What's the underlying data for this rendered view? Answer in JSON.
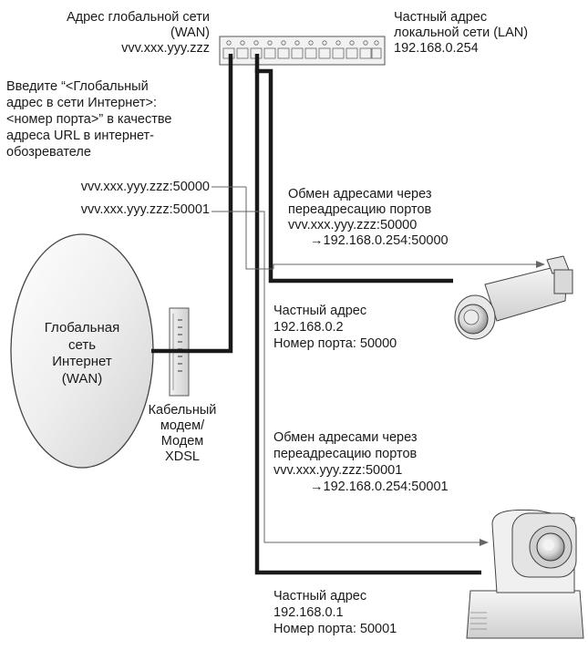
{
  "wan_address": {
    "title_lines": [
      "Адрес глобальной сети",
      "(WAN)"
    ],
    "address": "vvv.xxx.yyy.zzz"
  },
  "lan_address": {
    "title_lines": [
      "Частный адрес",
      "локальной сети (LAN)"
    ],
    "address": "192.168.0.254"
  },
  "instruction": {
    "lines": [
      "Введите “<Глобальный",
      "адрес в сети Интернет>:",
      "<номер порта>” в качестве",
      "адреса URL в интернет-",
      "обозревателе"
    ]
  },
  "urls": [
    "vvv.xxx.yyy.zzz:50000",
    "vvv.xxx.yyy.zzz:50001"
  ],
  "forward_1": {
    "lines": [
      "Обмен адресами через",
      "переадресацию портов",
      "vvv.xxx.yyy.zzz:50000",
      "→192.168.0.254:50000"
    ]
  },
  "camera_1": {
    "lines": [
      "Частный адрес",
      "192.168.0.2",
      "Номер порта: 50000"
    ]
  },
  "forward_2": {
    "lines": [
      "Обмен адресами через",
      "переадресацию портов",
      "vvv.xxx.yyy.zzz:50001",
      "→192.168.0.254:50001"
    ]
  },
  "camera_2": {
    "lines": [
      "Частный адрес",
      "192.168.0.1",
      "Номер порта: 50001"
    ]
  },
  "internet": {
    "lines": [
      "Глобальная",
      "сеть",
      "Интернет",
      "(WAN)"
    ]
  },
  "modem": {
    "lines": [
      "Кабельный",
      "модем/",
      "Модем",
      "XDSL"
    ]
  }
}
